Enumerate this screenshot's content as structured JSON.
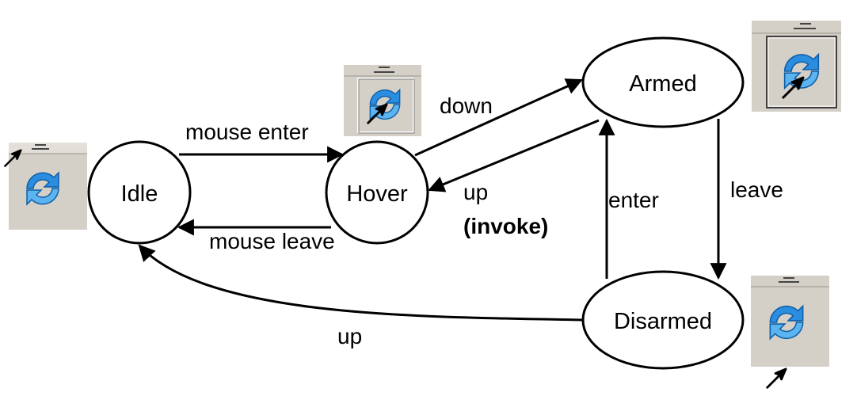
{
  "states": {
    "idle": "Idle",
    "hover": "Hover",
    "armed": "Armed",
    "disarmed": "Disarmed"
  },
  "transitions": {
    "mouse_enter": "mouse enter",
    "mouse_leave": "mouse leave",
    "down": "down",
    "up_invoke_line1": "up",
    "up_invoke_line2": "(invoke)",
    "enter": "enter",
    "leave": "leave",
    "up": "up"
  },
  "icons": {
    "idle": "refresh-button-idle-icon",
    "hover": "refresh-button-hover-icon",
    "armed": "refresh-button-armed-icon",
    "disarmed": "refresh-button-disarmed-icon"
  },
  "colors": {
    "button_face": "#d4d0c8",
    "icon_blue": "#1e7fd6",
    "icon_light": "#7cc4f5"
  }
}
